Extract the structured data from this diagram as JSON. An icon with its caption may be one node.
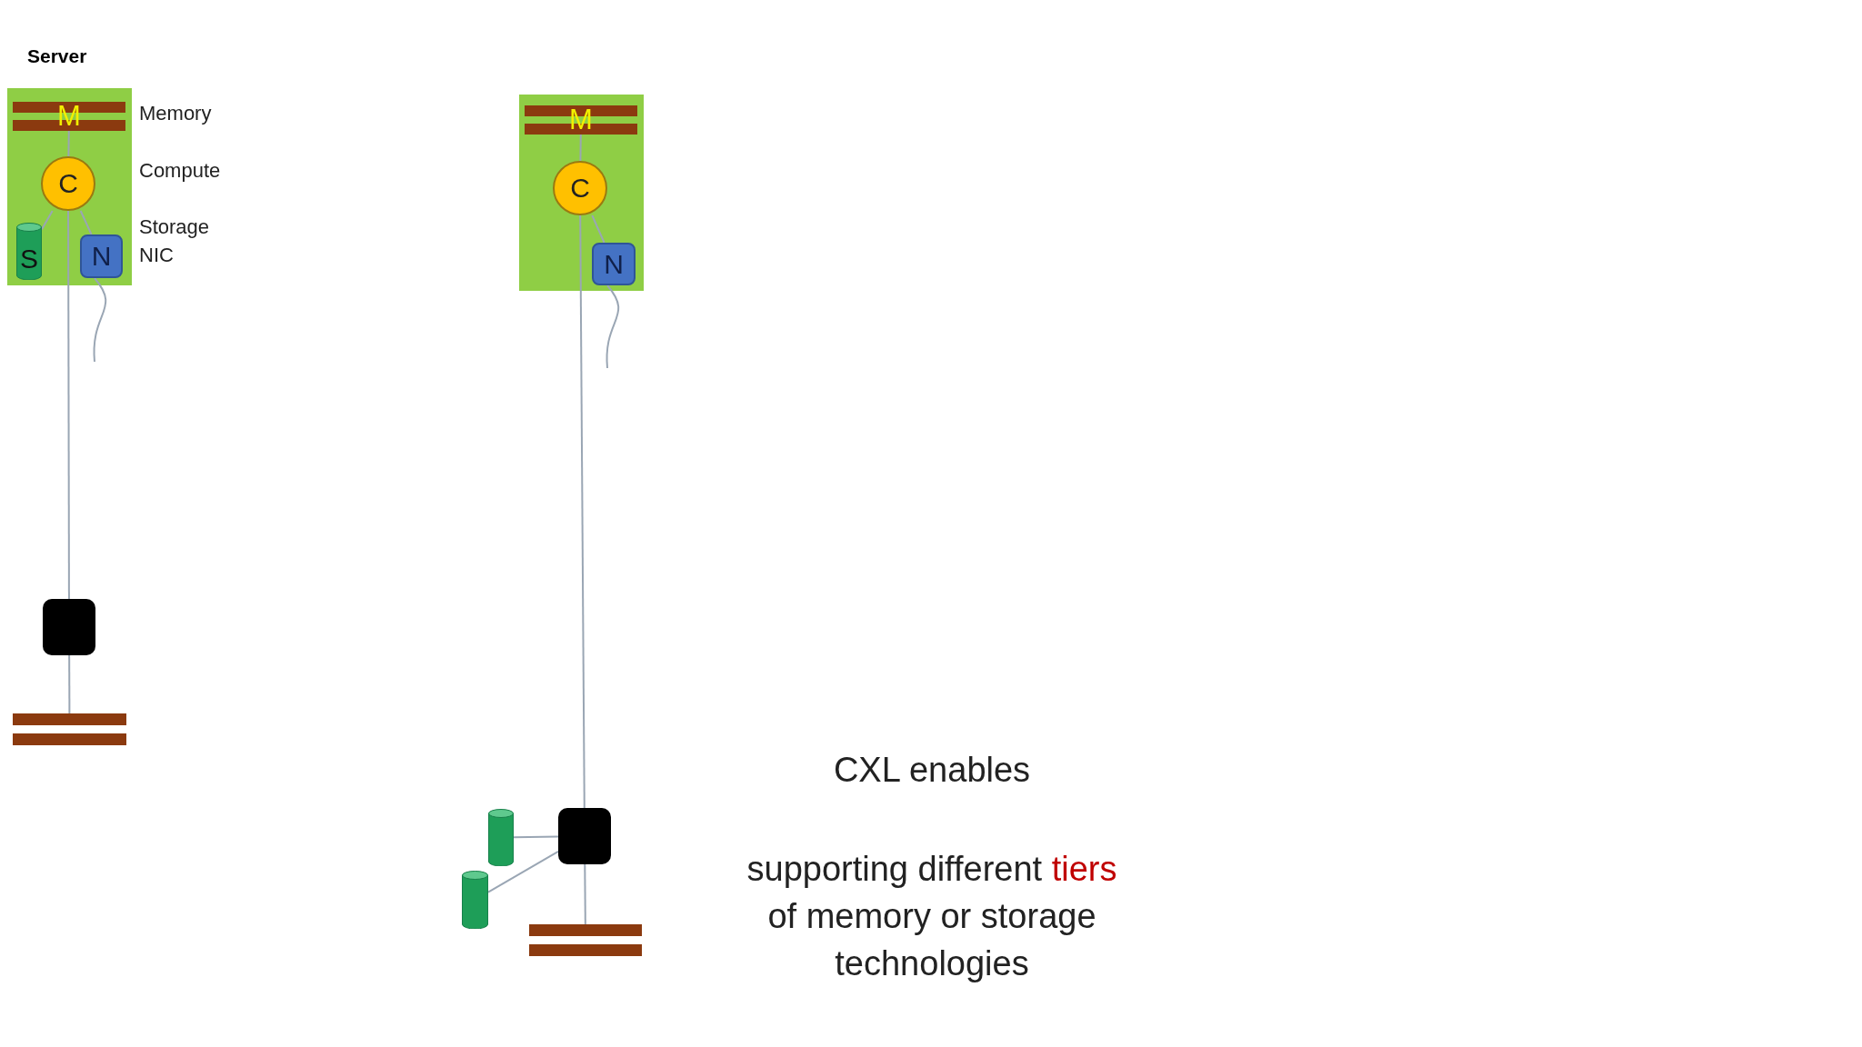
{
  "diagram": {
    "nodes": [
      {
        "text": [
          "Server"
        ]
      },
      {
        "text": [
          "M"
        ],
        "in": 0
      },
      {
        "text": [
          "C"
        ],
        "in": 0
      },
      {
        "text": [
          "S"
        ],
        "in": 0
      },
      {
        "text": [
          "N"
        ],
        "in": 0
      },
      {
        "text": [],
        "shape": "box"
      },
      {
        "text": [],
        "shape": "bar"
      },
      {
        "text": [],
        "shape": "box"
      },
      {
        "text": [
          "M"
        ],
        "in": 7
      },
      {
        "text": [
          "C"
        ],
        "in": 7
      },
      {
        "text": [
          "N"
        ],
        "in": 7
      },
      {
        "text": [],
        "shape": "box"
      },
      {
        "text": [],
        "shape": "cylinder"
      },
      {
        "text": [],
        "shape": "cylinder"
      },
      {
        "text": [],
        "shape": "bar"
      }
    ],
    "edges": [
      {
        "from": 1,
        "to": 2,
        "arrow": "none"
      },
      {
        "from": 2,
        "to": 3,
        "arrow": "none"
      },
      {
        "from": 2,
        "to": 4,
        "arrow": "none"
      },
      {
        "from": 2,
        "to": 5,
        "arrow": "none"
      },
      {
        "from": 5,
        "to": 6,
        "arrow": "none"
      },
      {
        "from": 4,
        "to": null,
        "arrow": "none"
      },
      {
        "from": 8,
        "to": 9,
        "arrow": "none"
      },
      {
        "from": 9,
        "to": 10,
        "arrow": "none"
      },
      {
        "from": 9,
        "to": 11,
        "arrow": "none"
      },
      {
        "from": 11,
        "to": 12,
        "arrow": "none"
      },
      {
        "from": 11,
        "to": 13,
        "arrow": "none"
      },
      {
        "from": 11,
        "to": 14,
        "arrow": "none"
      },
      {
        "from": 10,
        "to": null,
        "arrow": "none"
      }
    ],
    "labels": [
      "Memory",
      "Compute",
      "Storage",
      "NIC",
      "CXL enables",
      "supporting different **tiers** of memory or storage technologies"
    ]
  }
}
